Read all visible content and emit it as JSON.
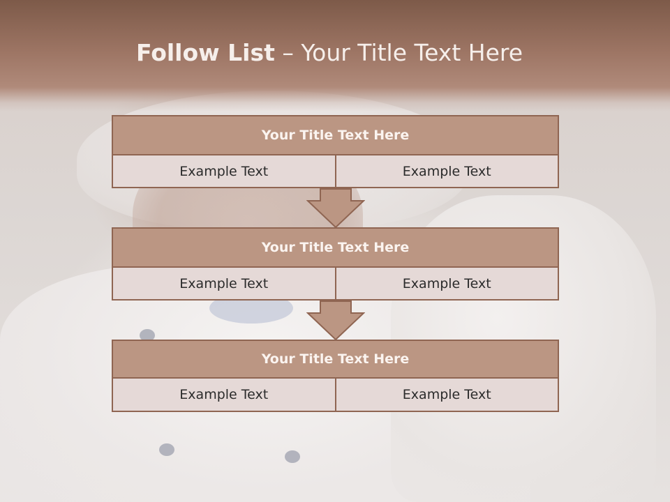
{
  "title": {
    "bold": "Follow List",
    "light": " – Your Title Text Here"
  },
  "stages": [
    {
      "heading": "Your Title Text Here",
      "left": "Example Text",
      "right": "Example Text"
    },
    {
      "heading": "Your Title Text Here",
      "left": "Example Text",
      "right": "Example Text"
    },
    {
      "heading": "Your Title Text Here",
      "left": "Example Text",
      "right": "Example Text"
    }
  ],
  "colors": {
    "header_band": "#8d6755",
    "box_head": "#bb9683",
    "box_cell": "#e5d9d7",
    "border": "#8f6552",
    "arrow": "#bb9683"
  }
}
